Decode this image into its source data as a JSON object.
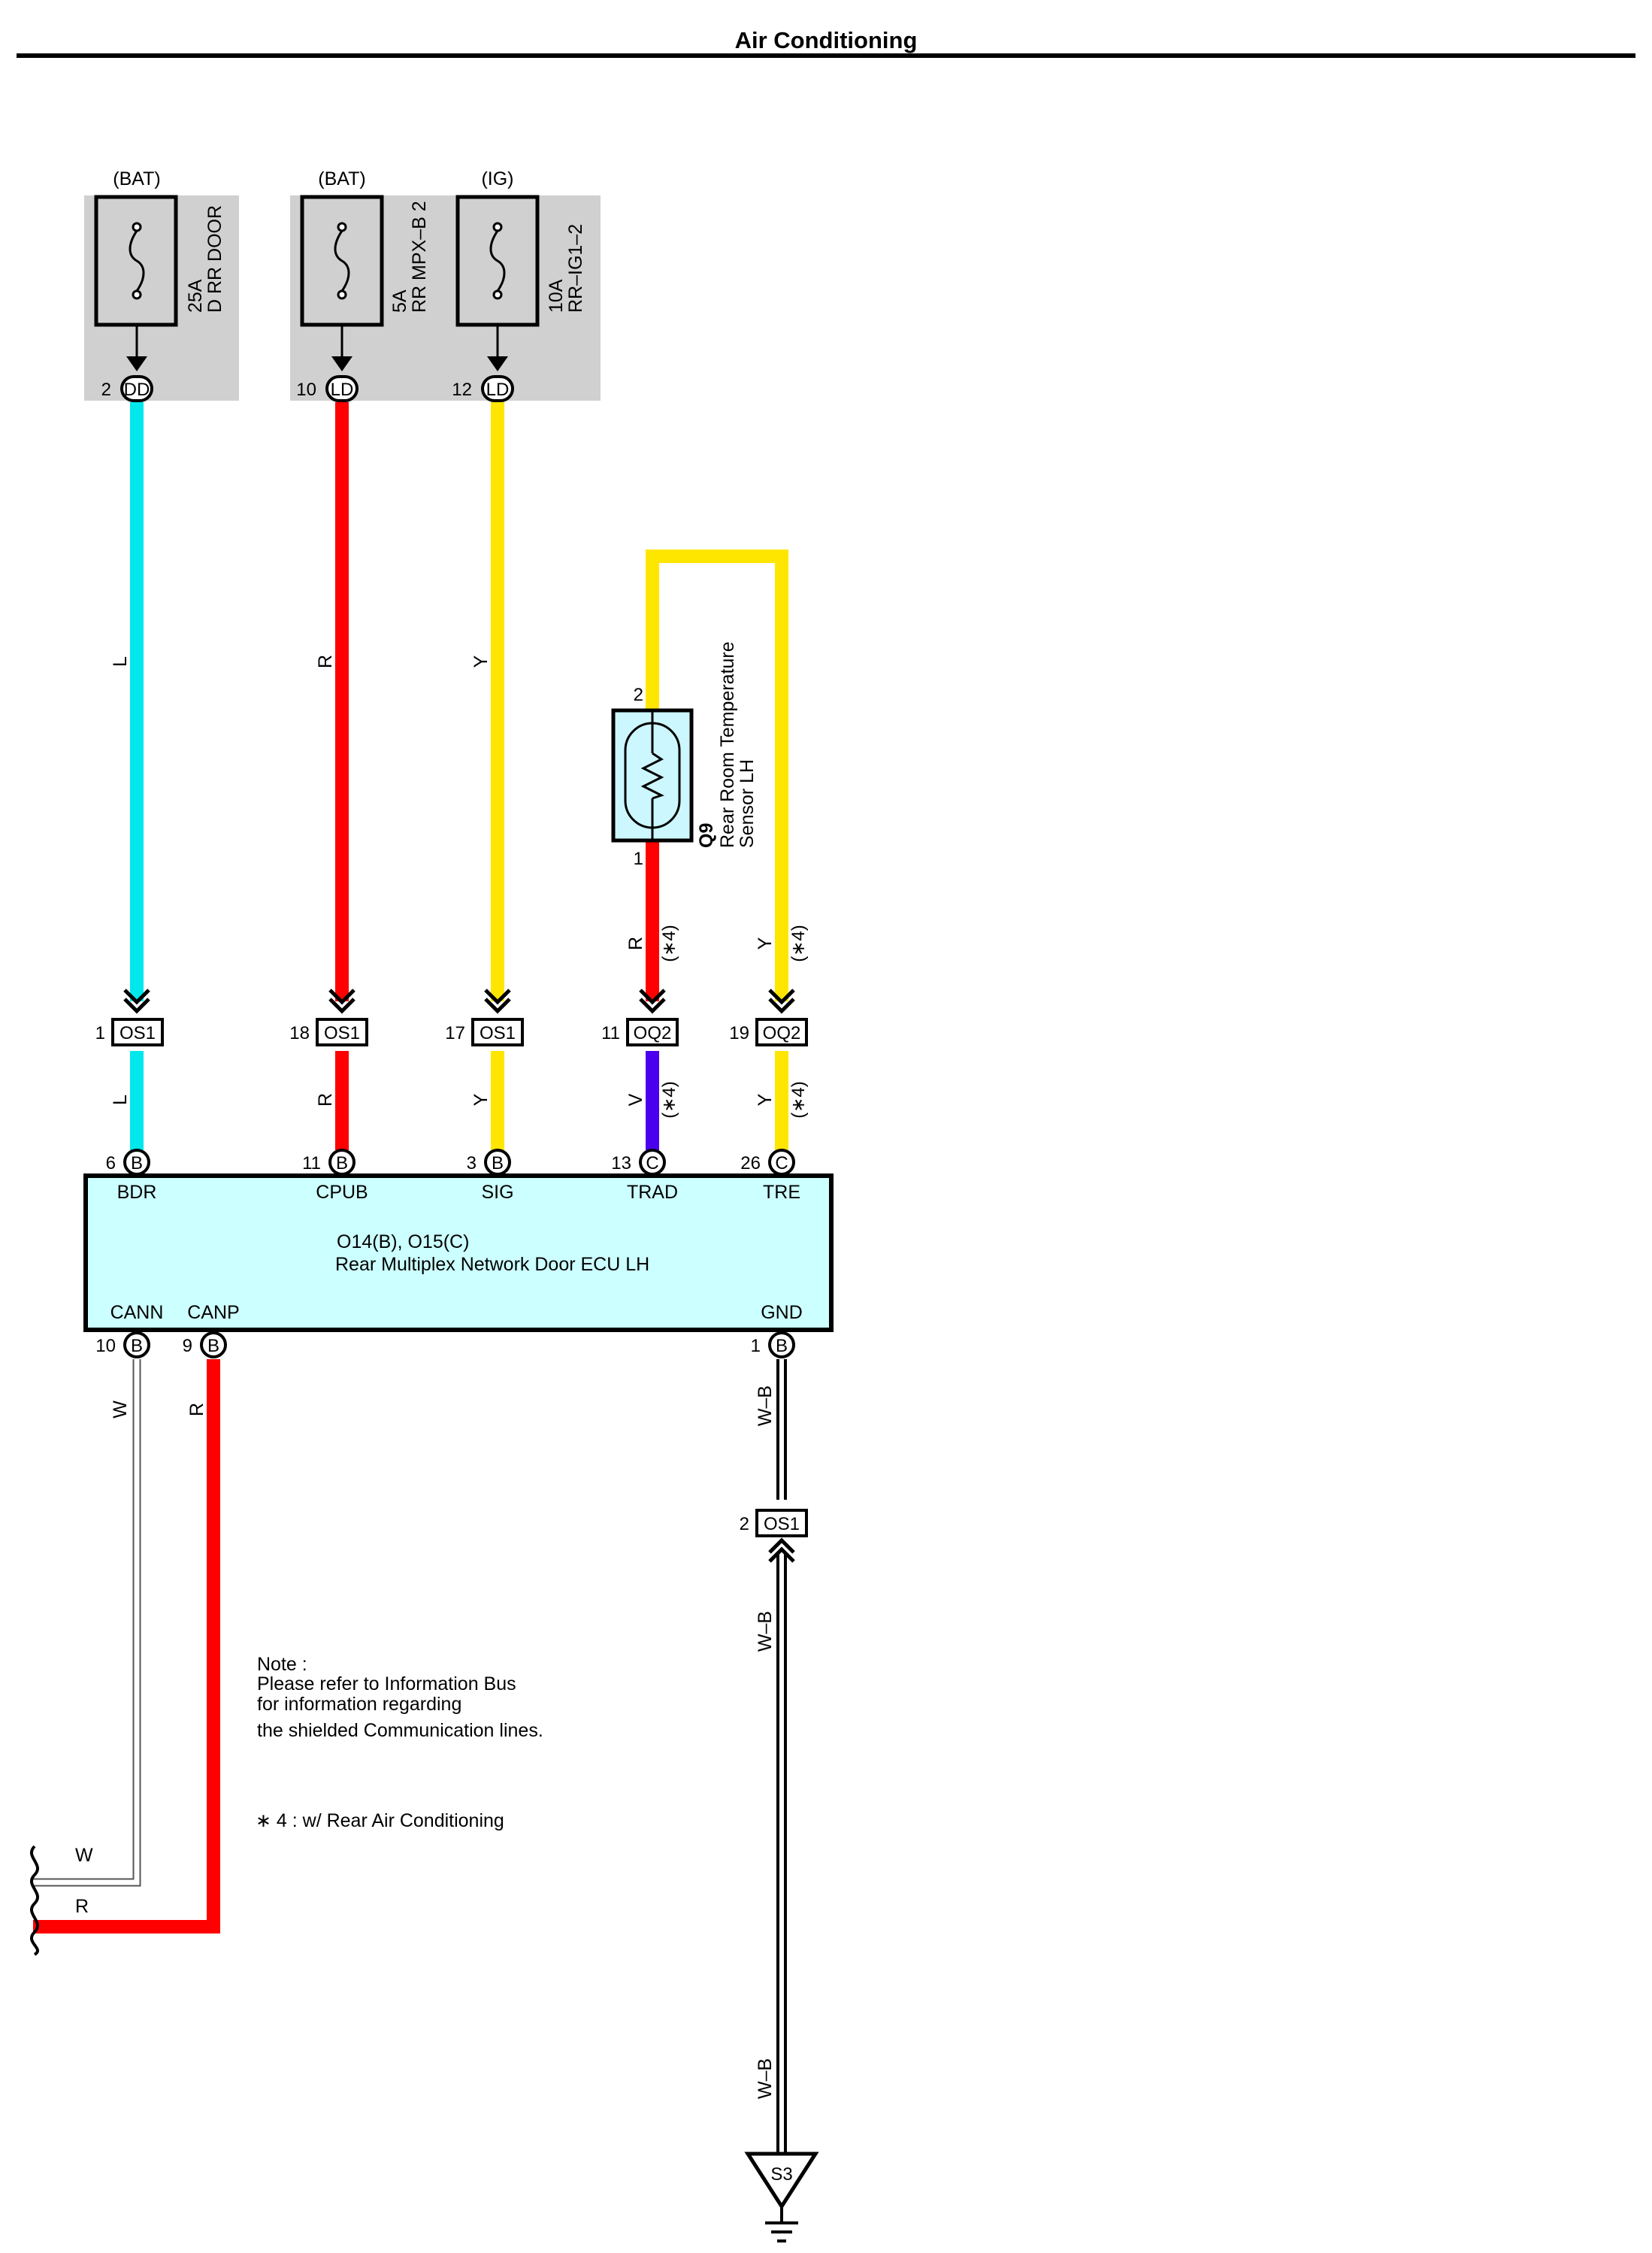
{
  "header": {
    "title": "Air Conditioning"
  },
  "colors": {
    "L": "#00e8ec",
    "R": "#ff0000",
    "Y": "#ffe600",
    "V": "#4a00ee",
    "W": "#ffffff",
    "W-B": "#ffffff",
    "fuse_panel_bg": "#d0d0d0",
    "ecu_fill": "#ccffff",
    "sensor_fill": "#ccf7ff"
  },
  "fuses": [
    {
      "source": "(BAT)",
      "rating": "25A",
      "name": "D RR DOOR",
      "pin": "2",
      "connector": "DD"
    },
    {
      "source": "(BAT)",
      "rating": "5A",
      "name": "RR MPX–B 2",
      "pin": "10",
      "connector": "LD"
    },
    {
      "source": "(IG)",
      "rating": "10A",
      "name": "RR–IG1–2",
      "pin": "12",
      "connector": "LD"
    }
  ],
  "wire_colors": {
    "bdr": "L",
    "cpub": "R",
    "sig": "Y",
    "sensor_out": "R",
    "tre": "Y",
    "trad_lower": "V",
    "cann": "W",
    "canp": "R",
    "gnd": "W–B"
  },
  "option_note": "(∗4)",
  "sensor": {
    "id": "Q9",
    "name_line1": "Rear Room Temperature",
    "name_line2": "Sensor LH",
    "pin_top": "2",
    "pin_bottom": "1"
  },
  "junctions": [
    {
      "pin": "1",
      "connector": "OS1"
    },
    {
      "pin": "18",
      "connector": "OS1"
    },
    {
      "pin": "17",
      "connector": "OS1"
    },
    {
      "pin": "11",
      "connector": "OQ2"
    },
    {
      "pin": "19",
      "connector": "OQ2"
    },
    {
      "pin": "2",
      "connector": "OS1"
    }
  ],
  "ecu": {
    "title": "O14(B), O15(C)",
    "name": "Rear Multiplex Network Door ECU LH",
    "top_pins": [
      {
        "pin": "6",
        "conn": "B",
        "label": "BDR"
      },
      {
        "pin": "11",
        "conn": "B",
        "label": "CPUB"
      },
      {
        "pin": "3",
        "conn": "B",
        "label": "SIG"
      },
      {
        "pin": "13",
        "conn": "C",
        "label": "TRAD"
      },
      {
        "pin": "26",
        "conn": "C",
        "label": "TRE"
      }
    ],
    "bottom_pins": [
      {
        "pin": "10",
        "conn": "B",
        "label": "CANN"
      },
      {
        "pin": "9",
        "conn": "B",
        "label": "CANP"
      },
      {
        "pin": "1",
        "conn": "B",
        "label": "GND"
      }
    ]
  },
  "bus_labels": {
    "w": "W",
    "r": "R"
  },
  "ground": {
    "label": "S3"
  },
  "notes": {
    "note_title": "Note :",
    "line1": "Please refer to Information Bus",
    "line2": "for information regarding",
    "line3": "the shielded Communication lines.",
    "option": "∗ 4 : w/ Rear Air Conditioning"
  }
}
